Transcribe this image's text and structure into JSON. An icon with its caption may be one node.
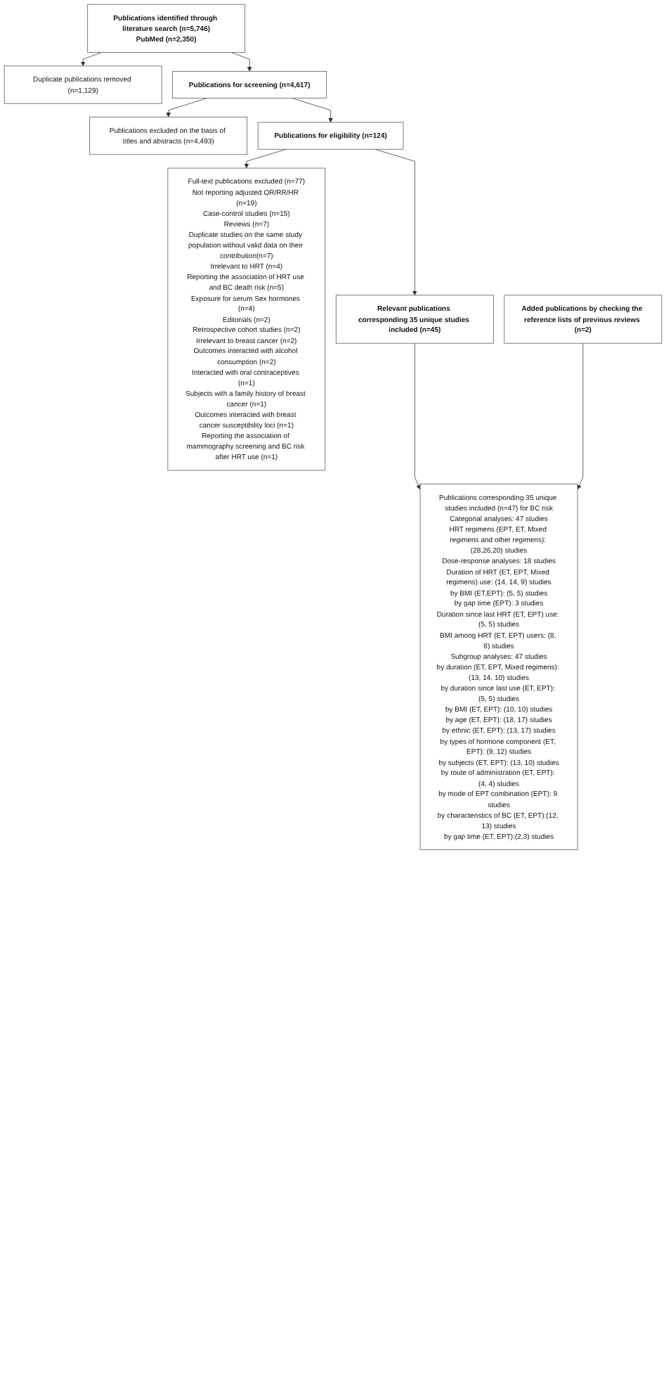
{
  "diagram": {
    "nodes": [
      {
        "text": [
          "Publications identified through literature search (n=5,746)",
          "PubMed (n=2,350)"
        ]
      },
      {
        "text": [
          "Duplicate publications removed (n=1,129)"
        ]
      },
      {
        "text": [
          "Publications for screening (n=4,617)"
        ]
      },
      {
        "text": [
          "Publications excluded on the basis of titles and abstracts (n=4,493)"
        ]
      },
      {
        "text": [
          "Publications for eligibility (n=124)"
        ]
      },
      {
        "text": [
          "Full-text publications excluded (n=77)",
          "Not reporting adjusted OR/RR/HR (n=19)",
          "Case-control studies (n=15)",
          "Reviews (n=7)",
          "Duplicate studies on the same study population without valid data on their contribution(n=7)",
          "Irrelevant to HRT (n=4)",
          "Reporting the association of HRT use and BC death risk (n=5)",
          "Exposure for serum Sex hormones (n=4)",
          "Editorials (n=2)",
          "Retrospective cohort studies (n=2)",
          "Irrelevant to breast cancer (n=2)",
          "Outcomes interacted with alcohol consumption (n=2)",
          "Interacted with oral contraceptives (n=1)",
          "Subjects with a family history of breast cancer (n=1)",
          "Outcomes interacted with breast cancer susceptibility loci (n=1)",
          "Reporting the association of mammography screening and BC risk after HRT use (n=1)"
        ]
      },
      {
        "text": [
          "Relevant publications corresponding 35 unique studies included (n=45)"
        ]
      },
      {
        "text": [
          "Added publications by checking the reference lists of previous reviews (n=2)"
        ]
      },
      {
        "text": [
          "Publications corresponding 35 unique studies included (n=47) for BC risk",
          "Categorial analyses: 47 studies",
          "HRT regimens (EPT, ET, Mixed regimens and other regimens): (28,26,20) studies",
          "Dose-response analyses: 18 studies",
          "Duration of HRT (ET, EPT, Mixed regimens) use: (14, 14, 9) studies",
          "by BMI (ET,EPT): (5, 5) studies",
          "by gap time (EPT): 3 studies",
          "Duration since last HRT (ET, EPT) use: (5, 5) studies",
          "BMI among HRT (ET, EPT) users: (8, 8) studies",
          "Subgroup analyses: 47 studies",
          "by duration (ET, EPT, Mixed regimens): (13, 14, 10) studies",
          "by duration since last use (ET, EPT): (5, 5) studies",
          "by BMI (ET, EPT): (10, 10) studies",
          "by age (ET, EPT): (18, 17) studies",
          "by ethnic (ET, EPT): (13, 17) studies",
          "by types of hormone component (ET, EPT): (9, 12) studies",
          "by subjects (ET, EPT): (13, 10) studies",
          "by route of administration (ET, EPT): (4, 4) studies",
          "by mode of EPT combination (EPT): 9 studies",
          "by characteristics of BC (ET, EPT):(12, 13) studies",
          "by gap time (ET, EPT):(2,3) studies"
        ]
      }
    ],
    "edges": [
      {
        "from": 0,
        "to": 1,
        "arrow": "to"
      },
      {
        "from": 0,
        "to": 2,
        "arrow": "to"
      },
      {
        "from": 2,
        "to": 3,
        "arrow": "to"
      },
      {
        "from": 2,
        "to": 4,
        "arrow": "to"
      },
      {
        "from": 4,
        "to": 5,
        "arrow": "to"
      },
      {
        "from": 4,
        "to": 6,
        "arrow": "to"
      },
      {
        "from": 6,
        "to": 8,
        "arrow": "to"
      },
      {
        "from": 7,
        "to": 8,
        "arrow": "to"
      }
    ]
  }
}
